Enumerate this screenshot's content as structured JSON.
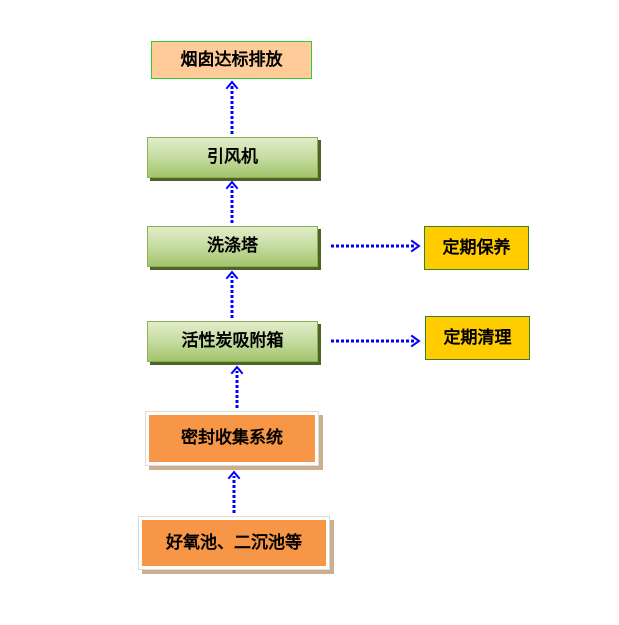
{
  "flow": {
    "chimney": {
      "label": "烟囱达标排放"
    },
    "fan": {
      "label": "引风机"
    },
    "scrubber": {
      "label": "洗涤塔"
    },
    "carbon_box": {
      "label": "活性炭吸附箱"
    },
    "collection": {
      "label": "密封收集系统"
    },
    "source": {
      "label": "好氧池、二沉池等"
    }
  },
  "side_notes": {
    "scrubber_note": {
      "label": "定期保养"
    },
    "carbon_note": {
      "label": "定期清理"
    }
  },
  "colors": {
    "arrow": "#0000FF",
    "chimney_fill": "#FFCC99",
    "chimney_border": "#33CC33",
    "process_fill_top": "#E0EDCA",
    "process_fill_mid": "#C5DCA0",
    "process_fill_bottom": "#A3C46C",
    "process_border": "#8EB050",
    "process_shadow": "#4F6228",
    "note_fill": "#FFCC00",
    "note_border": "#3A7D2A",
    "source_fill": "#F79646",
    "source_frame": "#E2DAD0",
    "source_shadow": "#CBB08F",
    "text": "#000000"
  }
}
